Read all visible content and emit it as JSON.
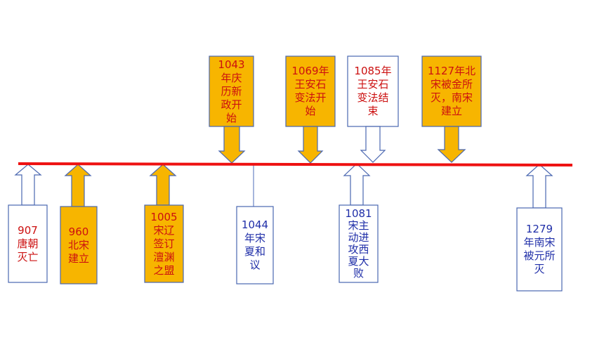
{
  "colors": {
    "timeline": "#ee1111",
    "highlight_fill": "#f7b500",
    "plain_fill": "#ffffff",
    "outline": "#4a67b0",
    "connector": "#6b86c4",
    "red_text": "#cc1010",
    "blue_text": "#1f2ea8"
  },
  "events_top": [
    {
      "text": "1043\n年庆\n历新\n政开\n始",
      "style": "highlight"
    },
    {
      "text": "1069年\n王安石\n变法开\n始",
      "style": "highlight"
    },
    {
      "text": "1085年\n王安石\n变法结\n束",
      "style": "plain"
    },
    {
      "text": "1127年北\n宋被金所\n灭，南宋\n建立",
      "style": "highlight"
    }
  ],
  "events_bottom": [
    {
      "text": "907\n唐朝\n灭亡",
      "style": "plain-red"
    },
    {
      "text": "960\n北宋\n建立",
      "style": "highlight"
    },
    {
      "text": "1005\n宋辽\n签订\n澶渊\n之盟",
      "style": "highlight"
    },
    {
      "text": "1044\n年宋\n夏和\n议",
      "style": "plain-blue"
    },
    {
      "text": "1081\n宋主\n动进\n攻西\n夏大\n败",
      "style": "plain-blue"
    },
    {
      "text": "1279\n年南宋\n被元所\n灭",
      "style": "plain-blue"
    }
  ]
}
